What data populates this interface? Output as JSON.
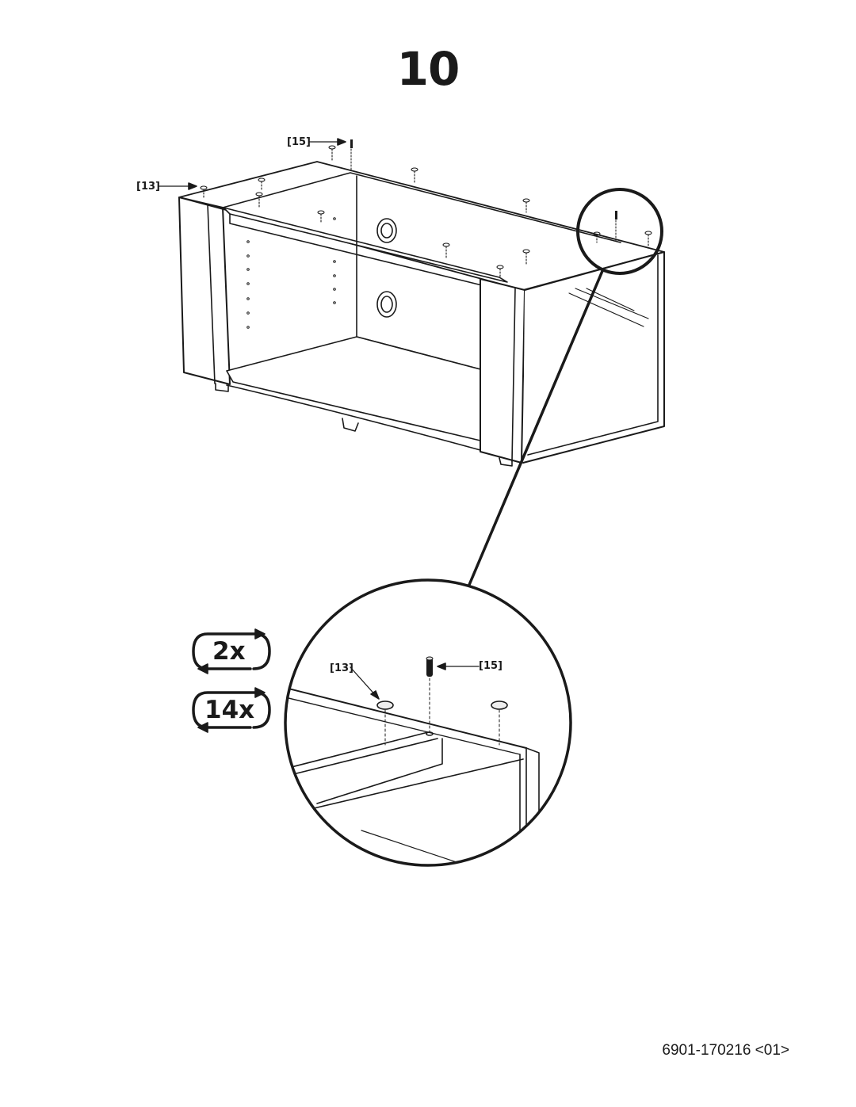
{
  "step": {
    "number": "10"
  },
  "callouts": {
    "part_13": "[13]",
    "part_15": "[15]"
  },
  "quantities": {
    "repeat": "2x",
    "count": "14x"
  },
  "footer": {
    "code": "6901-170216 <01>"
  }
}
